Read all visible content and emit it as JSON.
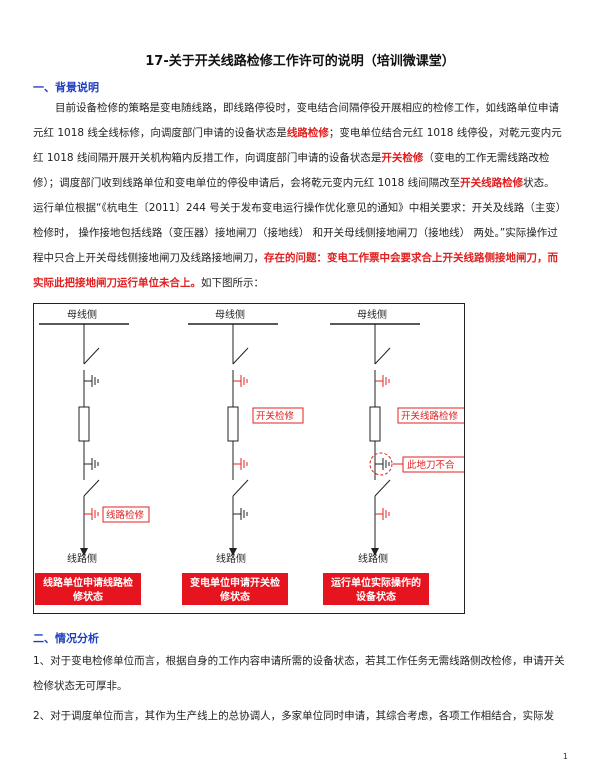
{
  "title": "17-关于开关线路检修工作许可的说明（培训微课堂）",
  "sections": {
    "bg_heading": "一、背景说明",
    "analysis_heading": "二、情况分析"
  },
  "background": {
    "p1_a": "目前设备检修的策略是变电随线路，即线路停役时，变电结合间隔停役开展相应的检修工作，如线路单位申请元红 1018 线全线标修，向调度部门申请的设备状态是",
    "p1_b": "线路检修",
    "p1_c": "；变电单位结合元红 1018 线停役，对乾元变内元红 1018 线间隔开展开关机构箱内反措工作，向调度部门申请的设备状态是",
    "p1_d": "开关检修",
    "p1_e": "（变电的工作无需线路改检修）；调度部门收到线路单位和变电单位的停役申请后，会将乾元变内元红 1018 线间隔改至",
    "p1_f": "开关线路检修",
    "p1_g": "状态。运行单位根据“《杭电生〔2011〕244 号关于发布变电运行操作优化意见的通知》中相关要求：开关及线路（主变）检修时，  操作接地包括线路（变压器）接地闸刀（接地线）  和开关母线侧接地闸刀（接地线）  两处。”实际操作过程中只合上开关母线侧接地闸刀及线路接地闸刀，",
    "p1_h": "存在的问题：变电工作票中会要求合上开关线路侧接地闸刀，而实际此把接地闸刀运行单位未合上。",
    "p1_i": "如下图所示："
  },
  "diagram": {
    "bus_label": "母线侧",
    "line_label": "线路侧",
    "annotation_line": "线路检修",
    "annotation_breaker": "开关检修",
    "annotation_both": "开关线路检修",
    "annotation_mismatch": "此地刀不合",
    "captions": [
      [
        "线路单位申请线路检",
        "修状态"
      ],
      [
        "变电单位申请开关检",
        "修状态"
      ],
      [
        "运行单位实际操作的",
        "设备状态"
      ]
    ],
    "colors": {
      "red": "#e02020",
      "black": "#222222",
      "caption_bg": "#e5141e"
    }
  },
  "analysis": {
    "p1": "1、对于变电检修单位而言，根据自身的工作内容申请所需的设备状态，若其工作任务无需线路侧改检修，申请开关检修状态无可厚非。",
    "p2": "2、对于调度单位而言，其作为生产线上的总协调人，多家单位同时申请，其综合考虑，各项工作相结合，实际发"
  },
  "page_number": "1"
}
